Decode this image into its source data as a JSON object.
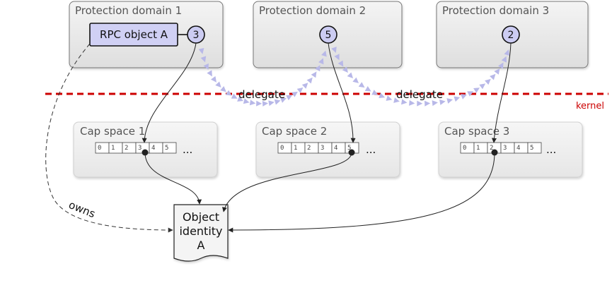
{
  "protection_domains": [
    {
      "title": "Protection domain 1",
      "cap_index": "3"
    },
    {
      "title": "Protection domain 2",
      "cap_index": "5"
    },
    {
      "title": "Protection domain 3",
      "cap_index": "2"
    }
  ],
  "rpc_object": {
    "label": "RPC object A"
  },
  "cap_spaces": [
    {
      "title": "Cap space 1",
      "highlighted_slot": 3
    },
    {
      "title": "Cap space 2",
      "highlighted_slot": 5
    },
    {
      "title": "Cap space 3",
      "highlighted_slot": 2
    }
  ],
  "slots": [
    "0",
    "1",
    "2",
    "3",
    "4",
    "5"
  ],
  "ellipsis": "...",
  "delegate_labels": [
    "delegate",
    "delegate"
  ],
  "kernel_label": "kernel",
  "owns_label": "owns",
  "object_identity": {
    "lines": [
      "Object",
      "identity",
      "A"
    ]
  },
  "colors": {
    "kernel_line": "#cc0000",
    "delegate_arrow": "#b8b8e8",
    "cap_circle_fill": "#ccccf2",
    "rpc_fill": "#d0d0f4"
  }
}
